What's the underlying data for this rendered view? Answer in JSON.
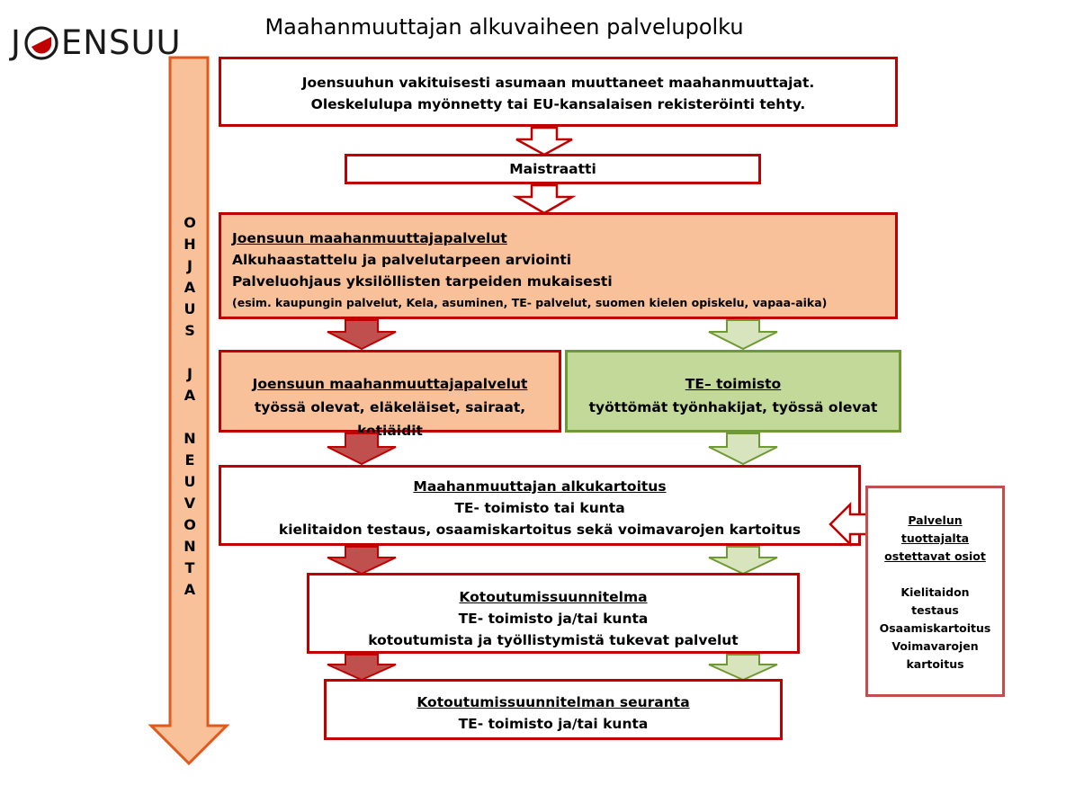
{
  "logo": {
    "text_before": "J",
    "text_after": "ENSUU",
    "ring_icon": "joensuu-ring-logo"
  },
  "title": "Maahanmuuttajan alkuvaiheen palvelupolku",
  "side_label": [
    "O",
    "H",
    "J",
    "A",
    "U",
    "S",
    "",
    "J",
    "A",
    "",
    "N",
    "E",
    "U",
    "V",
    "O",
    "N",
    "T",
    "A"
  ],
  "intro": {
    "line1": "Joensuuhun vakituisesti asumaan muuttaneet maahanmuuttajat.",
    "line2": "Oleskelulupa myönnetty tai EU-kansalaisen rekisteröinti tehty."
  },
  "maistraatti": {
    "label": "Maistraatti"
  },
  "services": {
    "heading": "Joensuun maahanmuuttajapalvelut",
    "line1": "Alkuhaastattelu ja palvelutarpeen arviointi",
    "line2": "Palveluohjaus yksilöllisten tarpeiden mukaisesti",
    "line3": "(esim. kaupungin palvelut, Kela, asuminen, TE- palvelut, suomen kielen opiskelu, vapaa-aika)"
  },
  "left_branch": {
    "heading": "Joensuun maahanmuuttajapalvelut",
    "line1": "työssä olevat, eläkeläiset, sairaat, kotiäidit"
  },
  "right_branch": {
    "heading": "TE– toimisto",
    "line1": "työttömät työnhakijat, työssä olevat"
  },
  "kartoitus": {
    "heading": "Maahanmuuttajan alkukartoitus",
    "line1": "TE- toimisto tai kunta",
    "line2": "kielitaidon testaus, osaamiskartoitus sekä voimavarojen kartoitus"
  },
  "suunnitelma": {
    "heading": "Kotoutumissuunnitelma",
    "line1": "TE- toimisto ja/tai kunta",
    "line2": "kotoutumista ja työllistymistä tukevat palvelut"
  },
  "seuranta": {
    "heading": "Kotoutumissuunnitelman seuranta",
    "line1": "TE- toimisto ja/tai kunta"
  },
  "provider": {
    "heading_lines": [
      "Palvelun",
      "tuottajalta",
      "ostettavat osiot"
    ],
    "items": [
      "Kielitaidon",
      "testaus",
      "Osaamiskartoitus",
      "Voimavarojen",
      "kartoitus"
    ]
  },
  "colors": {
    "red_border": "#c00000",
    "orange_fill": "#f8c19a",
    "green_border": "#6e9a33",
    "green_fill": "#c3d99a",
    "red_arrow_fill": "#c0504d",
    "green_arrow_fill": "#d7e4bd",
    "side_arrow_fill": "#f8c19a",
    "side_arrow_border": "#e05a1e"
  }
}
